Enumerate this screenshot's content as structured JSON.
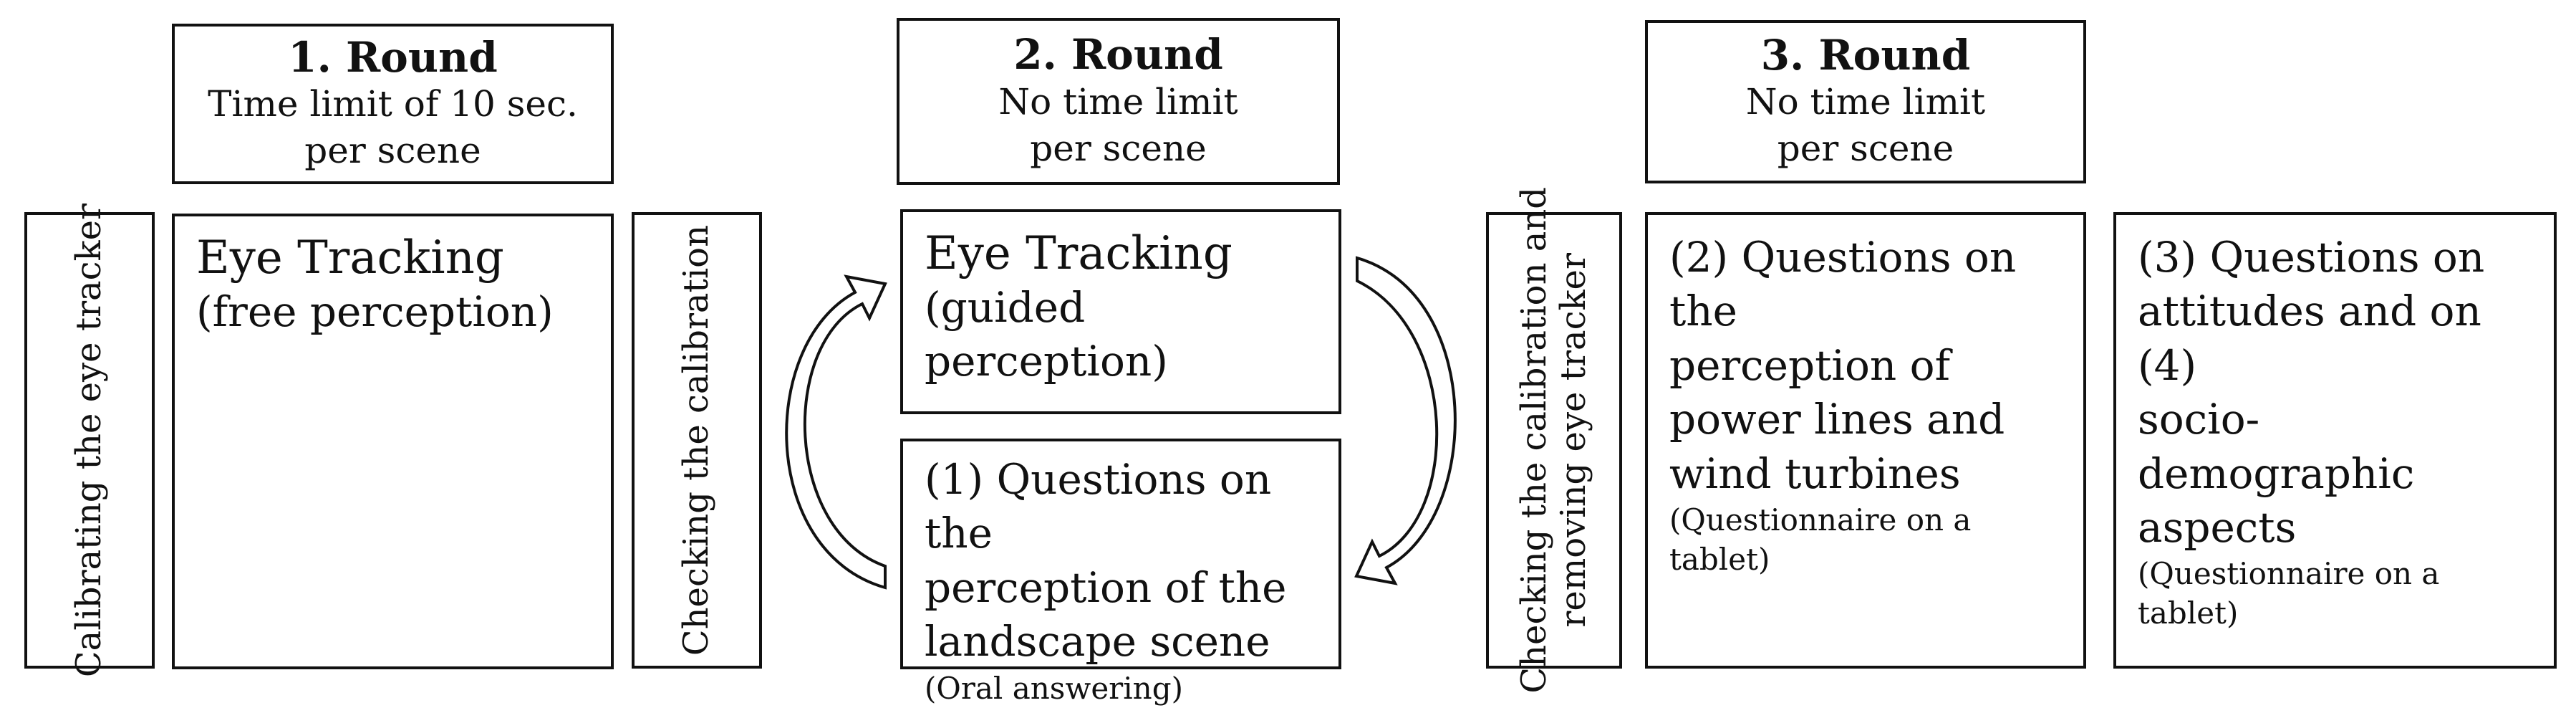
{
  "rounds": [
    {
      "title": "1. Round",
      "sub1": "Time limit of 10 sec.",
      "sub2": "per scene"
    },
    {
      "title": "2. Round",
      "sub1": "No time limit",
      "sub2": "per scene"
    },
    {
      "title": "3. Round",
      "sub1": "No time limit",
      "sub2": "per scene"
    }
  ],
  "steps": {
    "calibrating": "Calibrating the eye tracker",
    "checking": "Checking the calibration",
    "checking_removing_1": "Checking the calibration and",
    "checking_removing_2": "removing eye tracker",
    "free": {
      "title": "Eye Tracking",
      "sub": "(free perception)"
    },
    "guided": {
      "title": "Eye Tracking",
      "sub": "(guided perception)"
    },
    "q1": {
      "text": "(1) Questions on the\nperception of the\nlandscape scene",
      "note": "(Oral answering)"
    },
    "q2": {
      "text": "(2) Questions on the\nperception of\npower lines and\nwind turbines",
      "note": "(Questionnaire on a tablet)"
    },
    "q3": {
      "text": "(3) Questions on\nattitudes and on (4)\nsocio-demographic\naspects",
      "note": "(Questionnaire on a tablet)"
    }
  }
}
